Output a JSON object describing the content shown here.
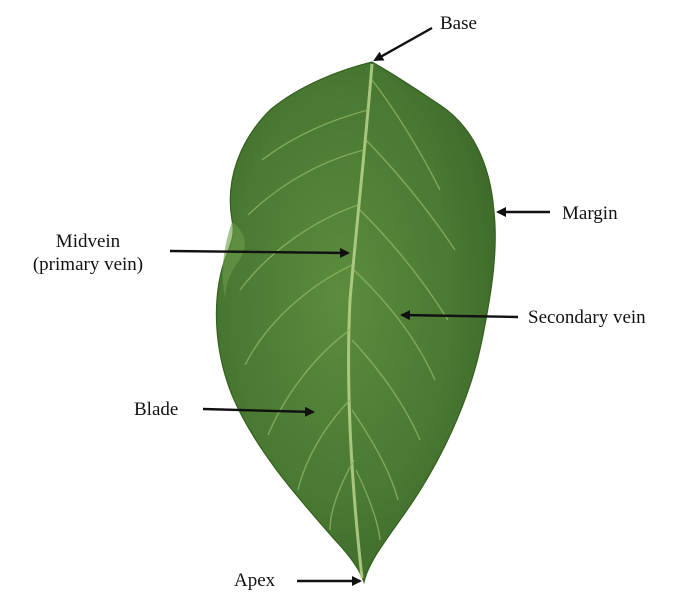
{
  "labels": {
    "base": "Base",
    "margin": "Margin",
    "midvein_line1": "Midvein",
    "midvein_line2": "(primary vein)",
    "secondary_vein": "Secondary vein",
    "blade": "Blade",
    "apex": "Apex"
  },
  "colors": {
    "leaf_dark": "#3e6b2a",
    "leaf_mid": "#4f7f36",
    "leaf_light": "#6a9a47",
    "vein": "#a9c97a",
    "arrow": "#111111",
    "text": "#111111"
  }
}
